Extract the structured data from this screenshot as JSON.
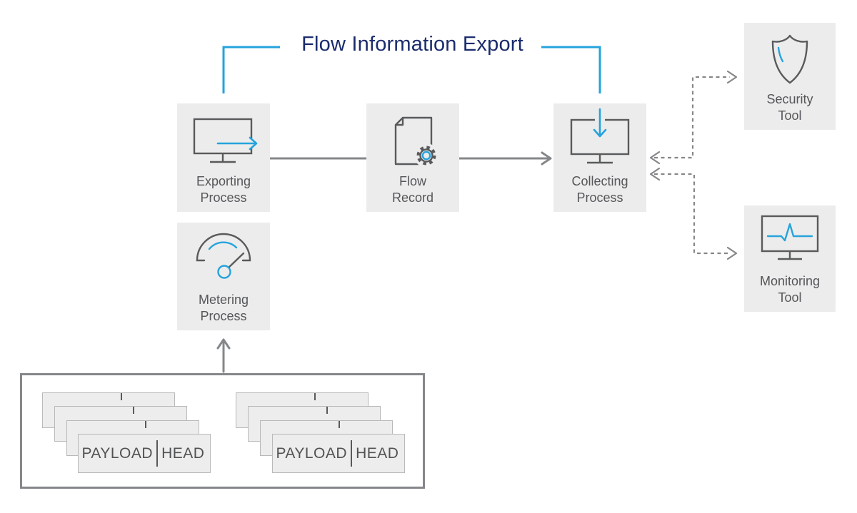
{
  "title": "Flow Information Export",
  "colors": {
    "accent_blue": "#25a3dc",
    "title_navy": "#1b2c6d",
    "node_bg": "#ececec",
    "icon_stroke": "#595a5c",
    "connector_gray": "#85878a",
    "label_text": "#55565a",
    "card_bg": "#ededed",
    "card_border": "#b9b9b9"
  },
  "nodes": {
    "exporting": {
      "line1": "Exporting",
      "line2": "Process"
    },
    "flow_record": {
      "line1": "Flow",
      "line2": "Record"
    },
    "collecting": {
      "line1": "Collecting",
      "line2": "Process"
    },
    "security": {
      "line1": "Security",
      "line2": "Tool"
    },
    "monitoring": {
      "line1": "Monitoring",
      "line2": "Tool"
    },
    "metering": {
      "line1": "Metering",
      "line2": "Process"
    }
  },
  "packets": {
    "stacks": [
      {
        "payload": "PAYLOAD",
        "head": "HEAD"
      },
      {
        "payload": "PAYLOAD",
        "head": "HEAD"
      }
    ]
  }
}
